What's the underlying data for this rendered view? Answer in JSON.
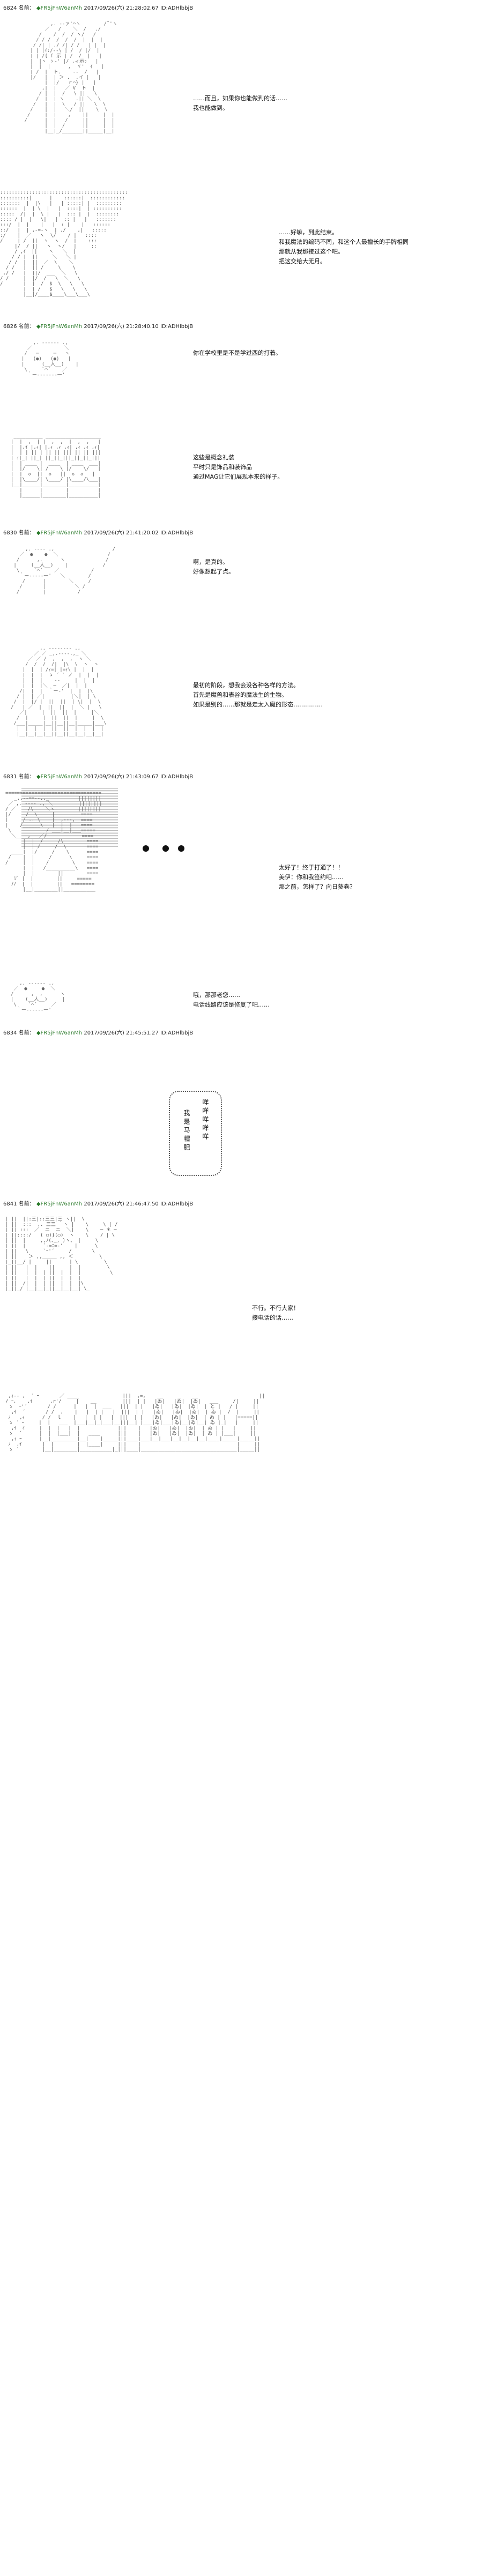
{
  "posts": [
    {
      "number": "6824",
      "name_label": "名前：",
      "trip": "◆FR5jFnW6anMh",
      "date": "2017/09/26(六) 21:28:02.67",
      "id": "ID:ADHlbbjB"
    },
    {
      "number": "6826",
      "name_label": "名前：",
      "trip": "◆FR5jFnW6anMh",
      "date": "2017/09/26(六) 21:28:40.10",
      "id": "ID:ADHlbbjB"
    },
    {
      "number": "6830",
      "name_label": "名前：",
      "trip": "◆FR5jFnW6anMh",
      "date": "2017/09/26(六) 21:41:20.02",
      "id": "ID:ADHlbbjB"
    },
    {
      "number": "6831",
      "name_label": "名前：",
      "trip": "◆FR5jFnW6anMh",
      "date": "2017/09/26(六) 21:43:09.67",
      "id": "ID:ADHlbbjB"
    },
    {
      "number": "6834",
      "name_label": "名前：",
      "trip": "◆FR5jFnW6anMh",
      "date": "2017/09/26(六) 21:45:51.27",
      "id": "ID:ADHlbbjB"
    },
    {
      "number": "6841",
      "name_label": "名前：",
      "trip": "◆FR5jFnW6anMh",
      "date": "2017/09/26(六) 21:46:47.50",
      "id": "ID:ADHlbbjB"
    }
  ],
  "dialogs": {
    "d1": [
      "……而且，如果你也能做到的话……",
      "我也能做到。"
    ],
    "d2": [
      "……好嘛，到此结束。",
      "和我魔法的编码不同，和这个人最擅长的手牌相同",
      "那就从我那接过这个吧。",
      "把这交给大无月。"
    ],
    "d3": [
      "你在学校里是不是学过西的打着。"
    ],
    "d4": [
      "这些是概念礼装",
      "平时只是饰品和装饰品",
      "通过MAG让它们展现本来的样子。"
    ],
    "d5": [
      "啊，是真的。",
      "好像想起了点。"
    ],
    "d6": [
      "最初的阶段，想我会没各种各样的方法。",
      "首先是魔兽和表谷的魔法生的生物。",
      "如果是别的……那就是走太入魔的形态……………"
    ],
    "d7": [
      "太好了！终于打通了！！",
      "美伊：你和我签约吧……",
      "那之前，怎样了？向日葵卷？"
    ],
    "d8": [
      "哦，那那老您……",
      "电话线路应该是修复了吧……"
    ],
    "d9": [
      "不行。不行大家！",
      "接电话的话……"
    ]
  },
  "vertical_text": {
    "col_right": "咩咩咩咩咩",
    "col_left": "我是马帽肥"
  }
}
